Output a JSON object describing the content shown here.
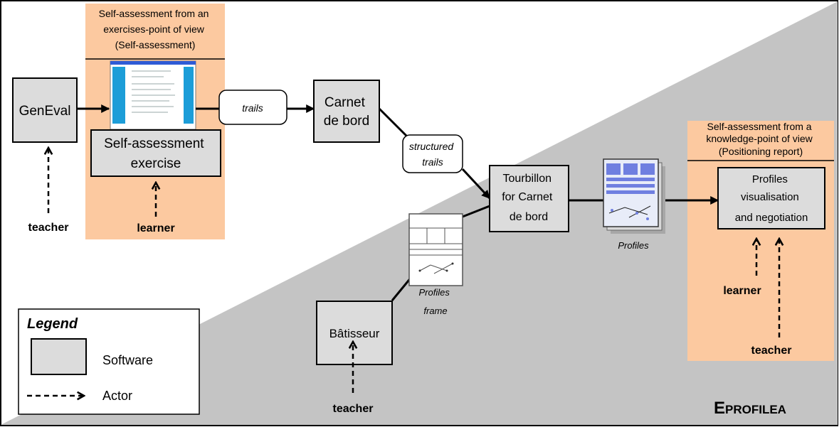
{
  "zones": {
    "exercise_title": [
      "Self-assessment from an",
      "exercises-point of view",
      "(Self-assessment)"
    ],
    "knowledge_title": [
      "Self-assessment from a",
      "knowledge-point of view",
      "(Positioning report)"
    ]
  },
  "software": {
    "geneval": "GenEval",
    "self_assessment_exercise": [
      "Self-assessment",
      "exercise"
    ],
    "carnet": [
      "Carnet",
      "de bord"
    ],
    "tourbillon": [
      "Tourbillon",
      "for Carnet",
      "de bord"
    ],
    "batisseur": "Bâtisseur",
    "profiles_vis": [
      "Profiles",
      "visualisation",
      "and negotiation"
    ]
  },
  "flows": {
    "trails": "trails",
    "structured_trails": [
      "structured",
      "trails"
    ]
  },
  "artifacts": {
    "profiles": "Profiles",
    "profiles_frame": [
      "Profiles",
      "frame"
    ]
  },
  "actors": {
    "teacher_geneval": "teacher",
    "learner_exercise": "learner",
    "learner_vis": "learner",
    "teacher_vis": "teacher",
    "teacher_batisseur": "teacher"
  },
  "legend": {
    "title": "Legend",
    "software": "Software",
    "actor": "Actor"
  },
  "brand": {
    "first": "E",
    "rest": "PROFILEA"
  },
  "colors": {
    "zone": "#fcc9a0",
    "software": "#dcdcdc",
    "region": "#c4c4c4"
  }
}
